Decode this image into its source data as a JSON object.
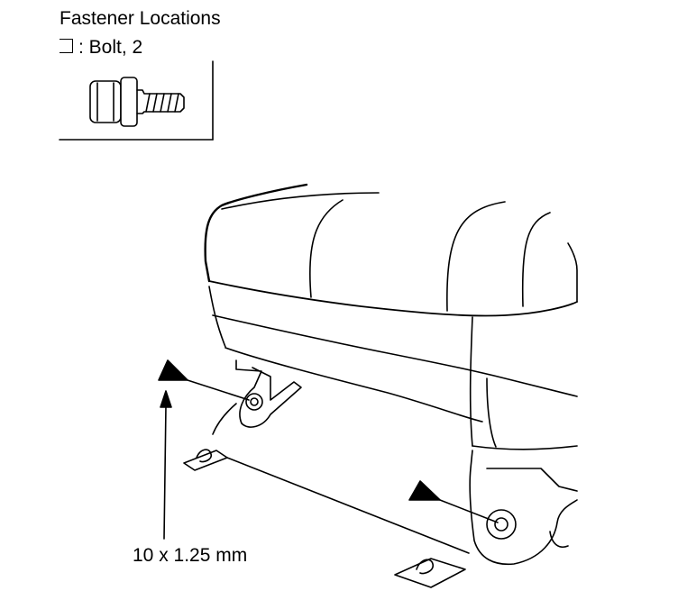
{
  "legend": {
    "title": "Fastener Locations",
    "entry_symbol": "bracket-marker",
    "entry_text": ": Bolt, 2"
  },
  "callout": {
    "dimension_label": "10 x 1.25 mm"
  },
  "icons": [
    "flange-bolt-icon",
    "location-triangle-marker",
    "seat-cushion-illustration"
  ]
}
